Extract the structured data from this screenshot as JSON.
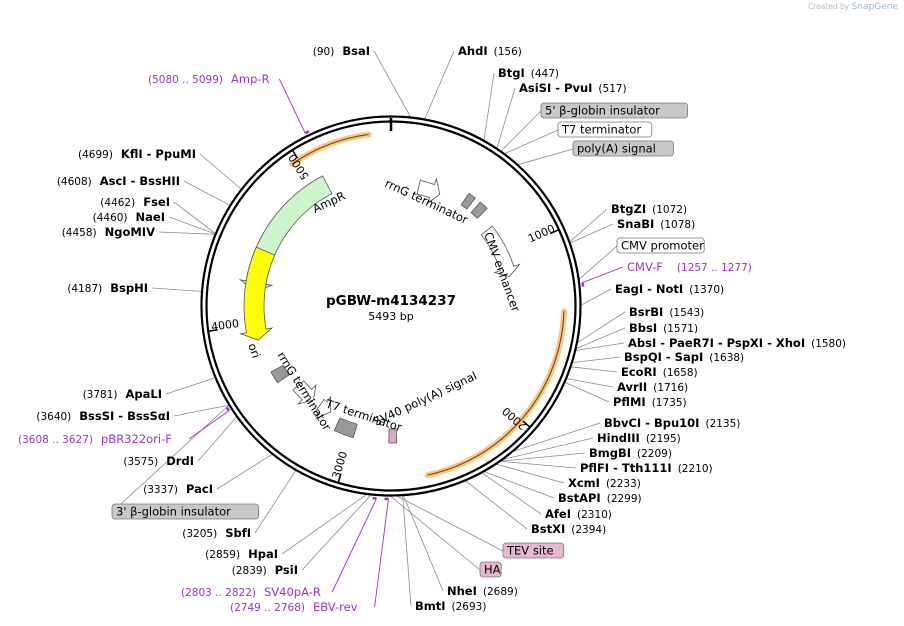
{
  "branding": {
    "prefix": "Created by",
    "name": "SnapGene"
  },
  "map": {
    "title": "pGBW-m4134237",
    "length_label": "5493 bp",
    "total_bp": 5493,
    "ticks": [
      "1000",
      "2000",
      "3000",
      "4000",
      "5000"
    ]
  },
  "features": [
    {
      "name": "AmpR",
      "start": 4210,
      "end": 5070,
      "type": "arrow",
      "color": "#ccf5cc",
      "direction": "reverse",
      "label": "AmpR"
    },
    {
      "name": "ori",
      "start": 3900,
      "end": 4480,
      "type": "arrow",
      "color": "#ffff00",
      "direction": "reverse",
      "label": "ori"
    },
    {
      "name": "rrnG terminator (top)",
      "start": 200,
      "end": 360,
      "type": "arrow",
      "color": "#ffffff",
      "direction": "forward",
      "label": "rrnG terminator"
    },
    {
      "name": "CMV enhancer",
      "start": 790,
      "end": 1160,
      "type": "arrow",
      "color": "#ffffff",
      "direction": "forward",
      "label": "CMV enhancer"
    },
    {
      "name": "rrnG terminator (bottom)",
      "start": 3350,
      "end": 3500,
      "type": "arrow",
      "color": "#ffffff",
      "direction": "reverse",
      "label": "rrnG terminator"
    },
    {
      "name": "T7 terminator",
      "start": 3200,
      "end": 3290,
      "type": "arrow",
      "color": "#ffffff",
      "direction": "reverse",
      "label": "T7 terminator"
    },
    {
      "name": "SV40 poly(A) signal",
      "start": 2990,
      "end": 3120,
      "type": "box",
      "color": "#999999",
      "label": "SV40 poly(A) signal"
    },
    {
      "name": "5' beta-globin insulator",
      "start": 530,
      "end": 580,
      "type": "box",
      "color": "#999999"
    },
    {
      "name": "poly(A) signal",
      "start": 620,
      "end": 680,
      "type": "box",
      "color": "#999999"
    },
    {
      "name": "3' beta-globin insulator",
      "start": 3600,
      "end": 3680,
      "type": "box",
      "color": "#999999"
    },
    {
      "name": "HA / TEV",
      "start": 2710,
      "end": 2760,
      "type": "box",
      "color": "#e0a8c8"
    }
  ],
  "highlight_arcs": [
    {
      "start": 4960,
      "end": 5380,
      "color": "#f5c987"
    },
    {
      "start": 1400,
      "end": 2560,
      "color": "#f5c987"
    }
  ],
  "primer_marks": [
    {
      "pos": 5090,
      "color": "#9b30d9"
    },
    {
      "pos": 1267,
      "color": "#9b30d9"
    },
    {
      "pos": 3618,
      "color": "#9b30d9"
    },
    {
      "pos": 2812,
      "color": "#9b30d9"
    },
    {
      "pos": 2758,
      "color": "#9b30d9"
    }
  ],
  "sites": [
    {
      "name": "BsaI",
      "pos": "(90)",
      "lx": 0,
      "ly": 0
    },
    {
      "name": "AhdI",
      "pos": "(156)"
    },
    {
      "name": "BtgI",
      "pos": "(447)"
    },
    {
      "name": "AsiSI - PvuI",
      "pos": "(517)"
    },
    {
      "name": "BtgZI",
      "pos": "(1072)"
    },
    {
      "name": "SnaBI",
      "pos": "(1078)"
    },
    {
      "name": "EagI - NotI",
      "pos": "(1370)"
    },
    {
      "name": "BsrBI",
      "pos": "(1543)"
    },
    {
      "name": "BbsI",
      "pos": "(1571)"
    },
    {
      "name": "AbsI - PaeR7I - PspXI - XhoI",
      "pos": "(1580)"
    },
    {
      "name": "BspQI - SapI",
      "pos": "(1638)"
    },
    {
      "name": "EcoRI",
      "pos": "(1658)"
    },
    {
      "name": "AvrII",
      "pos": "(1716)"
    },
    {
      "name": "PflMI",
      "pos": "(1735)"
    },
    {
      "name": "BbvCI - Bpu10I",
      "pos": "(2135)"
    },
    {
      "name": "HindIII",
      "pos": "(2195)"
    },
    {
      "name": "BmgBI",
      "pos": "(2209)"
    },
    {
      "name": "PflFI - Tth111I",
      "pos": "(2210)"
    },
    {
      "name": "XcmI",
      "pos": "(2233)"
    },
    {
      "name": "BstAPI",
      "pos": "(2299)"
    },
    {
      "name": "AfeI",
      "pos": "(2310)"
    },
    {
      "name": "BstXI",
      "pos": "(2394)"
    },
    {
      "name": "NheI",
      "pos": "(2689)"
    },
    {
      "name": "BmtI",
      "pos": "(2693)"
    },
    {
      "name": "PsiI",
      "pos": "(2839)"
    },
    {
      "name": "HpaI",
      "pos": "(2859)"
    },
    {
      "name": "SbfI",
      "pos": "(3205)"
    },
    {
      "name": "PacI",
      "pos": "(3337)"
    },
    {
      "name": "DrdI",
      "pos": "(3575)"
    },
    {
      "name": "BssSI - BssSαI",
      "pos": "(3640)"
    },
    {
      "name": "ApaLI",
      "pos": "(3781)"
    },
    {
      "name": "BspHI",
      "pos": "(4187)"
    },
    {
      "name": "NgoMIV",
      "pos": "(4458)"
    },
    {
      "name": "NaeI",
      "pos": "(4460)"
    },
    {
      "name": "FseI",
      "pos": "(4462)"
    },
    {
      "name": "AscI - BssHII",
      "pos": "(4608)"
    },
    {
      "name": "KflI - PpuMI",
      "pos": "(4699)"
    }
  ],
  "feature_labels": [
    {
      "text": "5' β-globin insulator",
      "style": "gray"
    },
    {
      "text": "T7 terminator",
      "style": "white"
    },
    {
      "text": "poly(A) signal",
      "style": "gray"
    },
    {
      "text": "CMV promoter",
      "style": "white"
    },
    {
      "text": "TEV site",
      "style": "pink"
    },
    {
      "text": "HA",
      "style": "pink"
    },
    {
      "text": "3' β-globin insulator",
      "style": "gray"
    }
  ],
  "primer_labels": [
    {
      "name": "Amp-R",
      "range": "(5080 .. 5099)"
    },
    {
      "name": "CMV-F",
      "range": "(1257 .. 1277)"
    },
    {
      "name": "pBR322ori-F",
      "range": "(3608 .. 3627)"
    },
    {
      "name": "SV40pA-R",
      "range": "(2803 .. 2822)"
    },
    {
      "name": "EBV-rev",
      "range": "(2749 .. 2768)"
    }
  ]
}
